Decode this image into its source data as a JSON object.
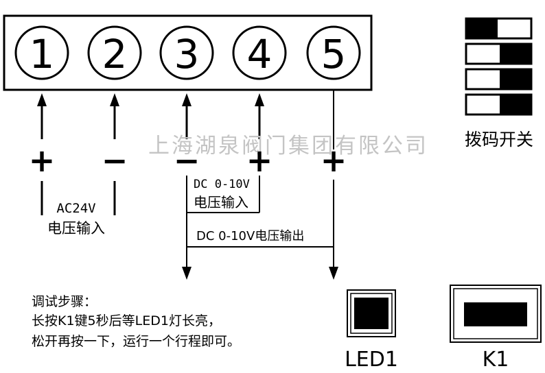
{
  "terminal_block": {
    "terminals": [
      {
        "number": "1"
      },
      {
        "number": "2"
      },
      {
        "number": "3"
      },
      {
        "number": "4"
      },
      {
        "number": "5"
      }
    ]
  },
  "polarity": {
    "t1": "+",
    "t2": "−",
    "t3": "−",
    "t4": "+",
    "t5": "+"
  },
  "watermark": "上海湖泉阀门集团有限公司",
  "dip_switch": {
    "label": "拨码开关",
    "positions": [
      "left",
      "right",
      "right",
      "right"
    ]
  },
  "power_input": {
    "line1": "AC24V",
    "line2": "电压输入"
  },
  "dc_input": {
    "line1": "DC 0-10V",
    "line2": "电压输入"
  },
  "dc_output": {
    "label": "DC 0-10V电压输出"
  },
  "instructions": {
    "title": "调试步骤：",
    "line1": "长按K1键5秒后等LED1灯长亮，",
    "line2": "松开再按一下，运行一个行程即可。"
  },
  "led": {
    "label": "LED1"
  },
  "key": {
    "label": "K1"
  },
  "colors": {
    "ink": "#000000",
    "watermark": "#c4c4c4",
    "background": "#ffffff"
  }
}
